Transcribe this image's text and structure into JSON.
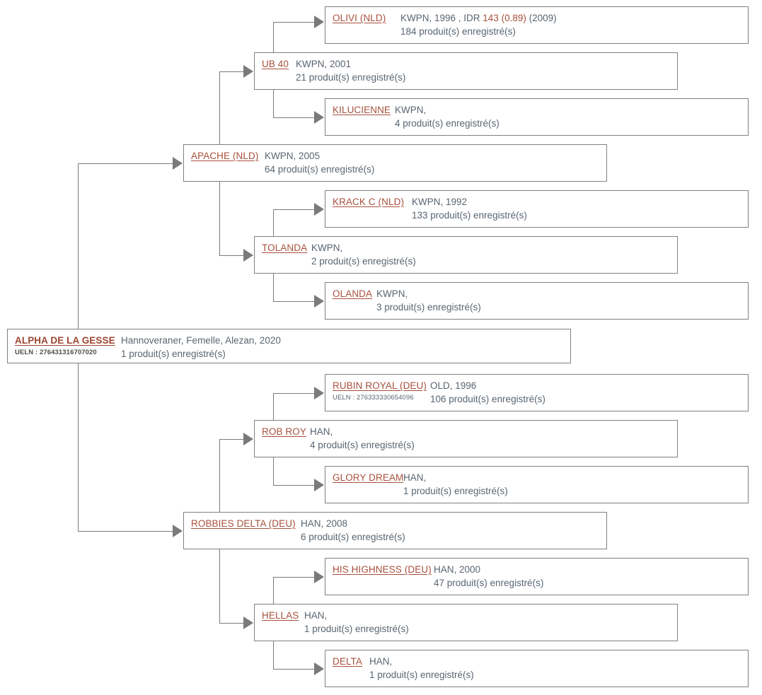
{
  "colors": {
    "link": "#a8503c",
    "text": "#5a6570",
    "border": "#808080",
    "arrow": "#7a7a7a",
    "accent_idr": "#a8503c"
  },
  "labels": {
    "ueln_prefix": "UELN : "
  },
  "subject": {
    "name": "ALPHA DE LA GESSE",
    "ueln": "UELN : 276431316707020",
    "line1": "Hannoveraner, Femelle, Alezan, 2020",
    "line2": "1 produit(s) enregistré(s)"
  },
  "nodes": {
    "olivi": {
      "name": "OLIVI (NLD)",
      "line1_pre": "KWPN, 1996 , IDR ",
      "line1_idr": "143 (0.89)",
      "line1_post": " (2009)",
      "line2": "184 produit(s) enregistré(s)"
    },
    "ub40": {
      "name": "UB 40",
      "line1": "KWPN, 2001",
      "line2": "21 produit(s) enregistré(s)"
    },
    "kilucienne": {
      "name": "KILUCIENNE",
      "line1": "KWPN,",
      "line2": "4 produit(s) enregistré(s)"
    },
    "apache": {
      "name": "APACHE (NLD)",
      "line1": "KWPN, 2005",
      "line2": "64 produit(s) enregistré(s)"
    },
    "krackc": {
      "name": "KRACK C (NLD)",
      "line1": "KWPN, 1992",
      "line2": "133 produit(s) enregistré(s)"
    },
    "tolanda": {
      "name": "TOLANDA",
      "line1": "KWPN,",
      "line2": "2 produit(s) enregistré(s)"
    },
    "olanda": {
      "name": "OLANDA",
      "line1": "KWPN,",
      "line2": "3 produit(s) enregistré(s)"
    },
    "rubinroyal": {
      "name": "RUBIN ROYAL (DEU)",
      "ueln": "UELN : 276333330654096",
      "line1": "OLD, 1996",
      "line2": "106 produit(s) enregistré(s)"
    },
    "robroy": {
      "name": "ROB ROY",
      "line1": "HAN,",
      "line2": "4 produit(s) enregistré(s)"
    },
    "glorydream": {
      "name": "GLORY DREAM",
      "line1": "HAN,",
      "line2": "1 produit(s) enregistré(s)"
    },
    "robbiesdelta": {
      "name": "ROBBIES DELTA (DEU)",
      "line1": "HAN, 2008",
      "line2": "6 produit(s) enregistré(s)"
    },
    "hishighness": {
      "name": "HIS HIGHNESS (DEU)",
      "line1": "HAN, 2000",
      "line2": "47 produit(s) enregistré(s)"
    },
    "hellas": {
      "name": "HELLAS",
      "line1": "HAN,",
      "line2": "1 produit(s) enregistré(s)"
    },
    "delta": {
      "name": "DELTA",
      "line1": "HAN,",
      "line2": "1 produit(s) enregistré(s)"
    }
  }
}
